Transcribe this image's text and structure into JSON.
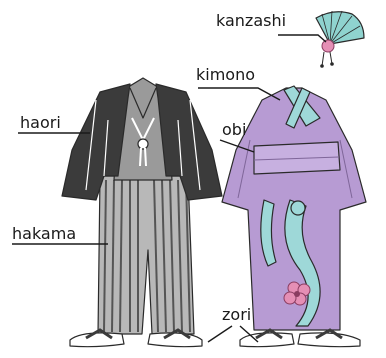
{
  "labels": {
    "kanzashi": "kanzashi",
    "kimono": "kimono",
    "obi": "obi",
    "haori": "haori",
    "hakama": "hakama",
    "zori": "zori"
  },
  "colors": {
    "haori": "#3b3b3b",
    "hakama": "#b8b8b8",
    "hakama_stripe": "#555555",
    "kosode": "#9a9a9a",
    "kimono": "#b79bd3",
    "kimono_trim": "#9ed8d8",
    "obi": "#c7b0e0",
    "flower": "#e58fb5",
    "kanzashi": "#8fd3cf",
    "zori_sole": "#ffffff"
  }
}
